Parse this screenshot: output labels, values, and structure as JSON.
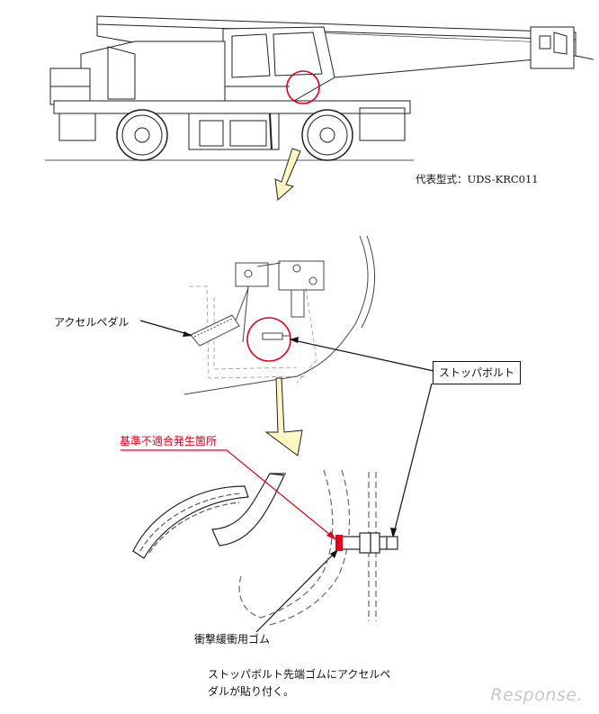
{
  "labels": {
    "model_label": "代表型式：UDS-KRC011",
    "accel_pedal": "アクセルペダル",
    "stopper_bolt": "ストッパボルト",
    "noncompliance": "基準不適合発生箇所",
    "shock_rubber": "衝撃緩衝用ゴム",
    "note": "ストッパボルト先端ゴムにアクセルペダルが貼り付く。"
  },
  "watermark": "Response.",
  "colors": {
    "highlight": "#e2001a",
    "arrow_fill": "#fff6c4",
    "line": "#222222"
  }
}
